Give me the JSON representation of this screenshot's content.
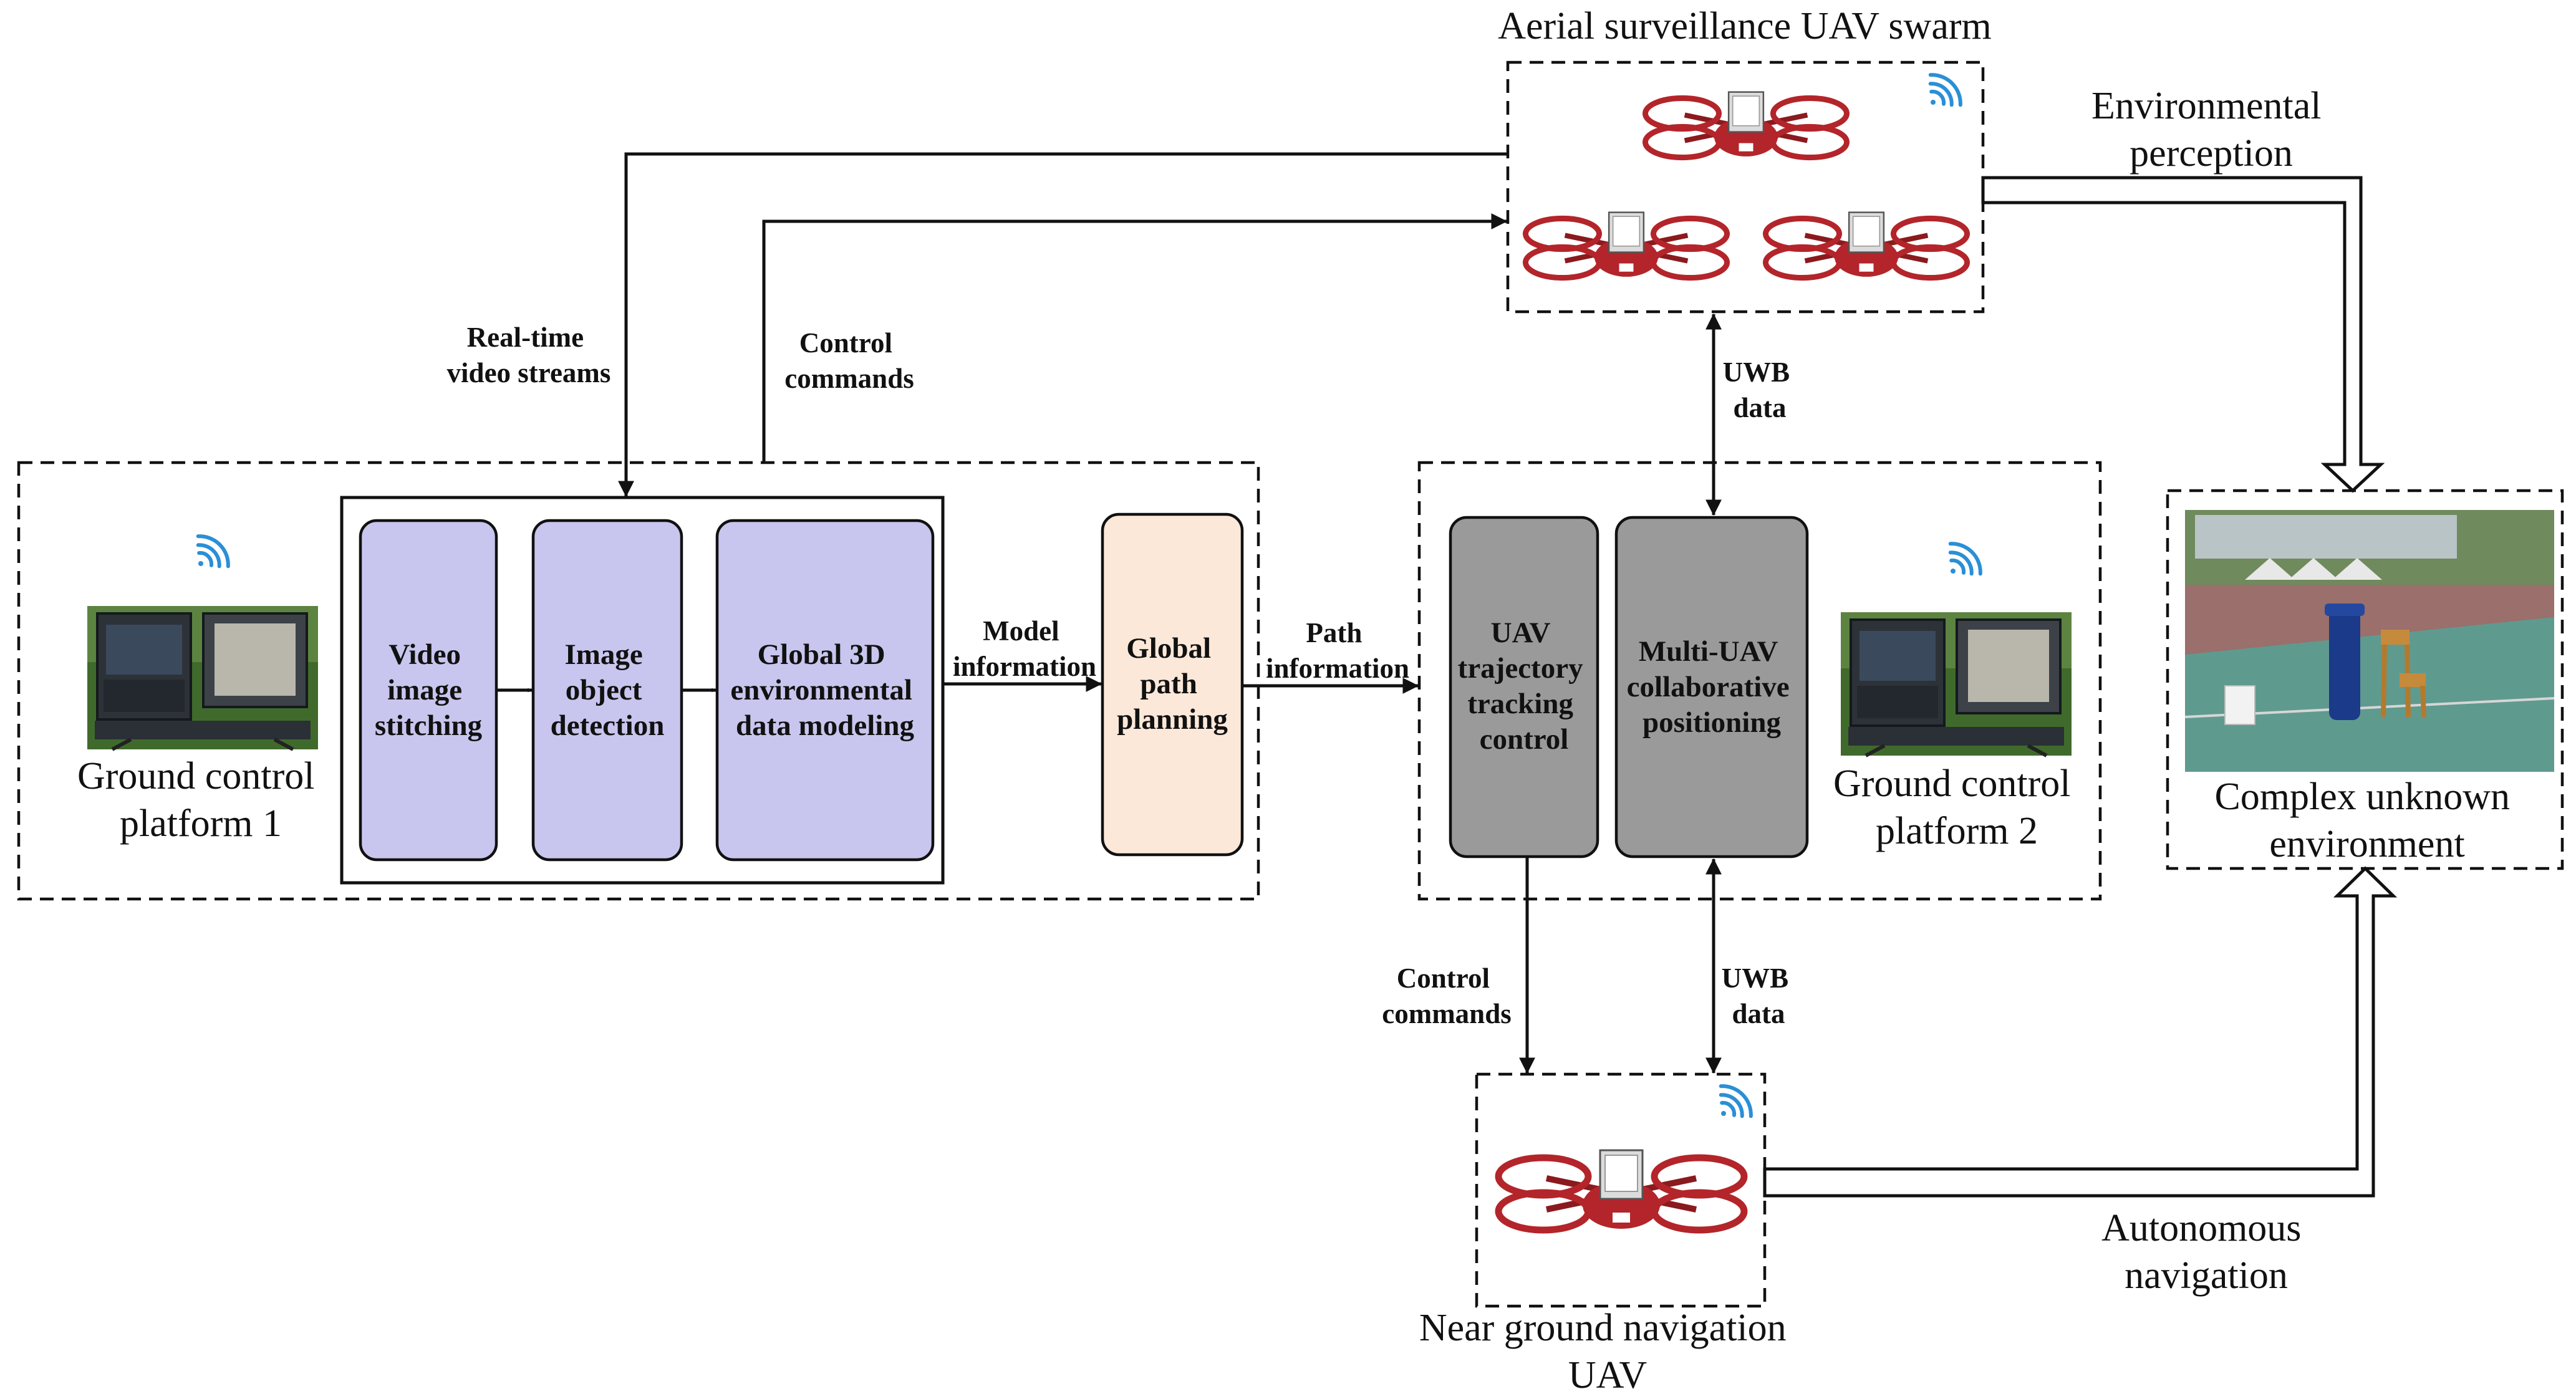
{
  "groups": {
    "aerial_swarm": "Aerial surveillance UAV swarm",
    "ground_platform_1": [
      "Ground control",
      "platform 1"
    ],
    "ground_platform_2": [
      "Ground control",
      "platform 2"
    ],
    "near_ground_uav": [
      "Near ground navigation",
      "UAV"
    ],
    "environment": [
      "Complex unknown",
      "environment"
    ]
  },
  "processes": {
    "video_stitching": [
      "Video",
      "image",
      "stitching"
    ],
    "object_detection": [
      "Image",
      "object",
      "detection"
    ],
    "modeling": [
      "Global 3D",
      "environmental",
      "data modeling"
    ],
    "path_planning": [
      "Global",
      "path",
      "planning"
    ],
    "trajectory_control": [
      "UAV",
      "trajectory",
      "tracking",
      "control"
    ],
    "positioning": [
      "Multi-UAV",
      "collaborative",
      "positioning"
    ]
  },
  "flows": {
    "video_streams": [
      "Real-time",
      "video streams"
    ],
    "control_commands_top": [
      "Control",
      "commands"
    ],
    "model_information": [
      "Model",
      "information"
    ],
    "path_information": [
      "Path",
      "information"
    ],
    "uwb_top": [
      "UWB",
      "data"
    ],
    "control_commands_bottom": [
      "Control",
      "commands"
    ],
    "uwb_bottom": [
      "UWB",
      "data"
    ],
    "environmental_perception": [
      "Environmental",
      "perception"
    ],
    "autonomous_navigation": [
      "Autonomous",
      "navigation"
    ]
  },
  "icons": [
    "wifi-icon",
    "drone-icon",
    "laptop-case-photo",
    "court-photo"
  ],
  "colors": {
    "process_fill": "#c8c6ee",
    "planning_fill": "#fbe8d9",
    "control_fill": "#9a9a9a",
    "wifi": "#2b8fd6",
    "drone_red": "#b3252a"
  }
}
